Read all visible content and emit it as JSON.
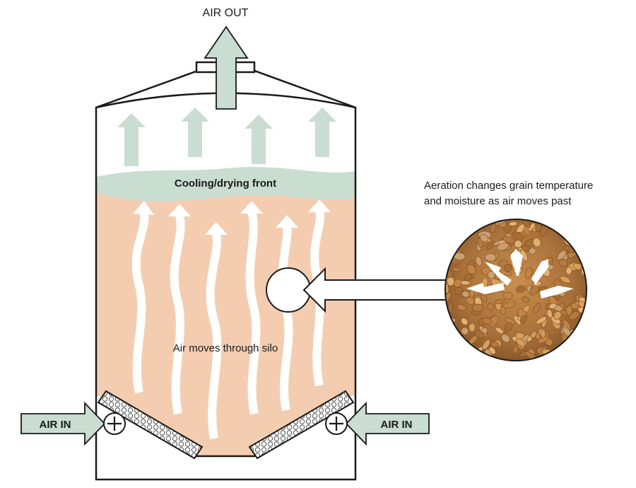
{
  "labels": {
    "air_out": "AIR OUT",
    "air_in_left": "AIR IN",
    "air_in_right": "AIR IN",
    "front": "Cooling/drying front",
    "air_moves": "Air moves through silo",
    "note_line1": "Aeration changes grain temperature",
    "note_line2": "and moisture as air moves past"
  },
  "colors": {
    "grain_fill": "#f4cdb1",
    "front_fill": "#c9ddd1",
    "air_arrow": "#c9ddd1",
    "outline": "#1a1a1a",
    "grain_detail": "#b07a3c"
  },
  "icons": {
    "fan_left": "plus-icon",
    "fan_right": "plus-icon"
  }
}
